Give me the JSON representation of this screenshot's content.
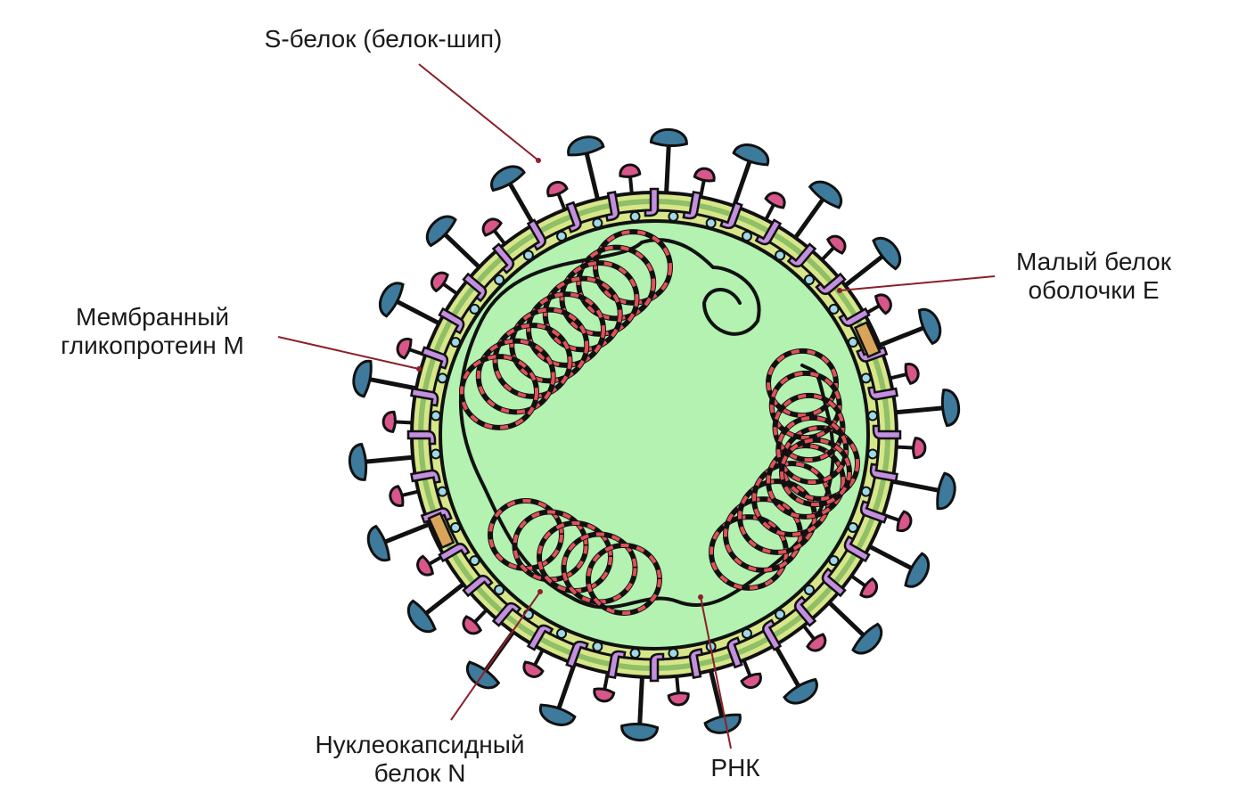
{
  "labels": {
    "spike": {
      "lines": [
        "S-белок (белок-шип)"
      ]
    },
    "envelope": {
      "lines": [
        "Малый белок",
        "оболочки E"
      ]
    },
    "membrane": {
      "lines": [
        "Мембранный",
        "гликопротеин M"
      ]
    },
    "nucleocapsid": {
      "lines": [
        "Нуклеокапсидный",
        "белок N"
      ]
    },
    "rna": {
      "lines": [
        "РНК"
      ]
    }
  },
  "colors": {
    "interior": "#b3f2b0",
    "membrane_inner": "#8fbf66",
    "membrane_outer": "#d8e68a",
    "spike_head": "#3e7a9c",
    "small_spike_head": "#d9568a",
    "m_protein": "#c48fe0",
    "e_protein": "#d9a45a",
    "rna_coil_segment": "#e0525a",
    "outline": "#111111",
    "leader_line": "#8c1f2a"
  },
  "icons": [
    "virus-particle-icon",
    "spike-protein-icon",
    "membrane-glycoprotein-icon",
    "envelope-protein-icon",
    "nucleocapsid-coil-icon"
  ]
}
